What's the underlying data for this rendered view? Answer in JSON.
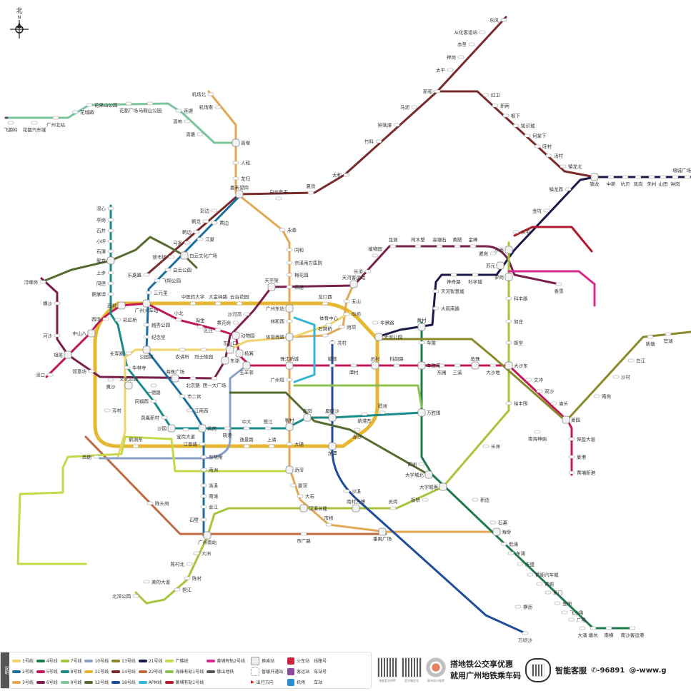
{
  "compass": {
    "cn": "北",
    "en": "N"
  },
  "lines": [
    {
      "id": "1",
      "name": "1号线",
      "color": "#f1d36a"
    },
    {
      "id": "2",
      "name": "2号线",
      "color": "#1a6ea0"
    },
    {
      "id": "3",
      "name": "3号线",
      "color": "#e3a856"
    },
    {
      "id": "4",
      "name": "4号线",
      "color": "#1e7a4a"
    },
    {
      "id": "5",
      "name": "5号线",
      "color": "#c2185b"
    },
    {
      "id": "6",
      "name": "6号线",
      "color": "#7a1f4b"
    },
    {
      "id": "7",
      "name": "7号线",
      "color": "#a5c63b"
    },
    {
      "id": "8",
      "name": "8号线",
      "color": "#1a8a8a"
    },
    {
      "id": "9",
      "name": "9号线",
      "color": "#7ac59c"
    },
    {
      "id": "10",
      "name": "10号线",
      "color": "#8aa0c8"
    },
    {
      "id": "11",
      "name": "11号线",
      "color": "#e6b730"
    },
    {
      "id": "12",
      "name": "12号线",
      "color": "#556b2f"
    },
    {
      "id": "13",
      "name": "13号线",
      "color": "#8a8a2a"
    },
    {
      "id": "14",
      "name": "14号线",
      "color": "#7a2a2a"
    },
    {
      "id": "18",
      "name": "18号线",
      "color": "#1e4d9b"
    },
    {
      "id": "21",
      "name": "21号线",
      "color": "#1a1a4a"
    },
    {
      "id": "22",
      "name": "22号线",
      "color": "#c06a40"
    },
    {
      "id": "apm",
      "name": "APM线",
      "color": "#36b5d8"
    },
    {
      "id": "gf",
      "name": "广佛线",
      "color": "#c5d84a"
    },
    {
      "id": "hz1",
      "name": "海珠有轨1号线",
      "color": "#8cc050"
    },
    {
      "id": "hp1",
      "name": "黄埔有轨1号线",
      "color": "#b01c2c"
    },
    {
      "id": "hp2",
      "name": "黄埔有轨2号线",
      "color": "#d8288c"
    },
    {
      "id": "fs",
      "name": "佛山地铁",
      "color": "#555555"
    }
  ],
  "stations": [
    "飞鹅岭",
    "花都汽车城",
    "广州北站",
    "花城路",
    "花果山公园",
    "花都广场",
    "马鞍山公园",
    "莲塘",
    "清㘵",
    "清塘",
    "高增",
    "机场北",
    "机场南",
    "人和",
    "龙归",
    "嘉禾望岗",
    "白云东平",
    "夏良",
    "太和",
    "竹料",
    "钟落潭",
    "马沥",
    "新和",
    "太平",
    "神岗",
    "赤草",
    "从化客运站",
    "东风",
    "红卫",
    "新南",
    "枫下",
    "知识城",
    "何棠下",
    "旺村",
    "汤村",
    "镇龙北",
    "镇龙",
    "中新",
    "坑贝",
    "凤岗",
    "朱村",
    "山田",
    "钟岗",
    "增城广场",
    "镇龙西",
    "金坑",
    "长平",
    "水西",
    "苏元",
    "科学城",
    "神舟路",
    "天河智慧城",
    "大观南路",
    "黄村",
    "科丰路",
    "加庄",
    "姬堂",
    "大沙东",
    "大沙地",
    "鱼珠",
    "三溪",
    "东圃",
    "车陂南",
    "科韵路",
    "员村",
    "潭村",
    "猎德",
    "珠江新城",
    "五羊邨",
    "杨箕",
    "动物园",
    "区庄",
    "淘金",
    "小北",
    "广州火车站",
    "西村",
    "西场",
    "中山八",
    "坦尾",
    "滘口",
    "文冲",
    "双沙",
    "庙头",
    "夏园",
    "保盈大道",
    "夏港",
    "黄埔新港",
    "浔峰岗",
    "横沙",
    "河沙",
    "如意坊",
    "黄沙",
    "文化公园",
    "一德路",
    "海珠广场",
    "北京路",
    "团一大广场",
    "东湖",
    "东山口",
    "黄花岗",
    "沙河顶",
    "天平架",
    "长湴",
    "植物园",
    "龙洞",
    "柯木塱",
    "高塘石",
    "黄陂",
    "金峰",
    "暹岗",
    "萝岗",
    "香雪",
    "永泰",
    "同和",
    "京溪南方医院",
    "梅花园",
    "燕塘",
    "广州东站",
    "林和西",
    "体育西路",
    "广州塔",
    "客村",
    "大塘",
    "沥滘",
    "厦滘",
    "大石",
    "汉溪长隆",
    "市桥",
    "番禺广场",
    "石牌桥",
    "岗顶",
    "华师",
    "五山",
    "天河客运站",
    "白云文化广场",
    "江夏",
    "黄边",
    "白云公园",
    "飞翔公园",
    "三元里",
    "越秀公园",
    "纪念堂",
    "公园前",
    "市二宫",
    "江南西",
    "昌岗",
    "江泰路",
    "东晓南",
    "南洲",
    "洛溪",
    "南浦",
    "会江",
    "石壁",
    "广州南站",
    "滘心",
    "亭岗",
    "石井",
    "小坪",
    "石潭",
    "聚龙",
    "上步",
    "同德",
    "鹅掌坦",
    "彩虹桥",
    "华林寺",
    "同福西",
    "凤凰新村",
    "沙园",
    "宝岗大道",
    "晓港",
    "中大",
    "鹭江",
    "赤岗",
    "磨碟沙",
    "新港东",
    "琶洲",
    "万胜围",
    "车陂",
    "官洲",
    "大学城北",
    "大学城南",
    "新造",
    "石碁",
    "海傍",
    "低涌",
    "东涌",
    "庆盛",
    "黄阁汽车城",
    "黄阁",
    "蕉门",
    "金洲",
    "飞沙角",
    "广隆",
    "大涌",
    "塘坑",
    "南横",
    "南沙客运港",
    "冼村",
    "沙溪",
    "南村万博",
    "横沥",
    "万顷沙",
    "陈头岗",
    "市广路",
    "员岗",
    "板桥",
    "长洲",
    "裕丰围",
    "南海神庙",
    "南岗",
    "沙村",
    "白江",
    "新塘",
    "官湖",
    "大洲",
    "陈村北",
    "陈村",
    "碧江",
    "北滘公园",
    "美的大道",
    "龙口西",
    "华景路",
    "天河公园",
    "赤沙",
    "龙潭",
    "上涌",
    "逸景路",
    "鹤洞东",
    "芳村",
    "西朗",
    "中医药大学",
    "云台花园",
    "大金钟路",
    "乐嘉路",
    "新市墟",
    "马务",
    "鹤边",
    "鹤龙",
    "彭边",
    "长寿路",
    "农讲所",
    "烈士陵园",
    "体育中心"
  ],
  "legend": {
    "side_label": "说明",
    "symbols": {
      "interchange": "换乘站",
      "suspended": "暂缓开通站",
      "direction": "出行方向",
      "railway": "火车站",
      "coach": "客运站",
      "airport": "机场",
      "line_no": "线路号",
      "station_no": "车站号",
      "station": "车站"
    }
  },
  "footer": {
    "qr1_caption": "地铁官方APP",
    "qr2_caption": "官方微信号",
    "qr3_caption": "乘车码小程序",
    "promo_line1": "搭地铁公交享优惠",
    "promo_line2": "就用广州地铁乘车码",
    "service": "智能客服",
    "phone": "-96891",
    "web": "@-www.g"
  }
}
